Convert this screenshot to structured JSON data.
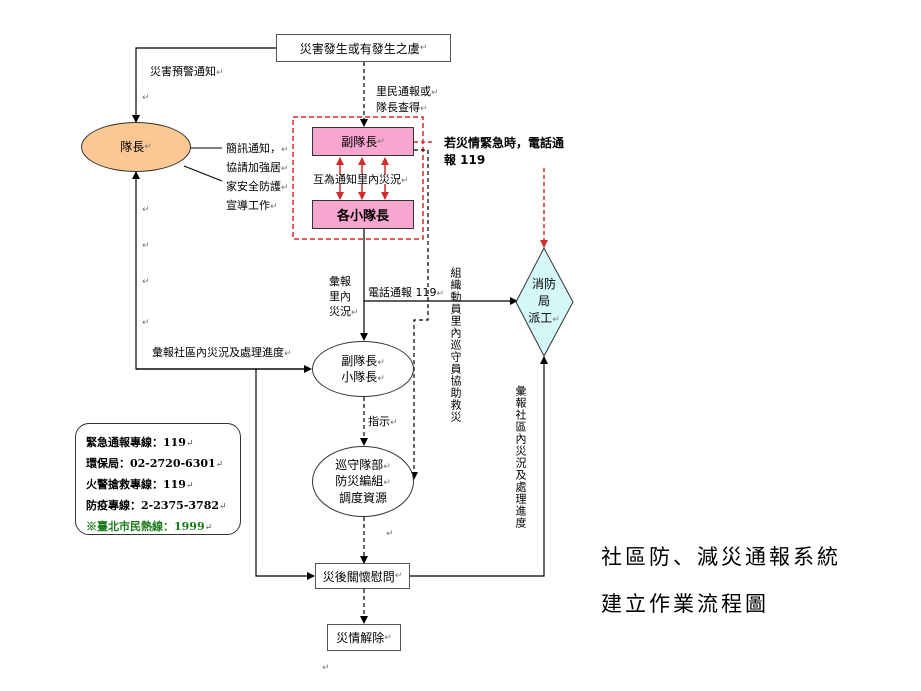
{
  "nodes": {
    "disaster": "災害發生或有發生之虞",
    "captain": "隊長",
    "vice_captain": "副隊長",
    "team_leaders": "各小隊長",
    "vice_and_leaders_1": "副隊長",
    "vice_and_leaders_2": "小隊長",
    "patrol_1": "巡守隊部",
    "patrol_2": "防災編組",
    "patrol_3": "調度資源",
    "aftercare": "災後關懷慰問",
    "lifted": "災情解除",
    "fire_1": "消防",
    "fire_2": "局",
    "fire_3": "派工"
  },
  "labels": {
    "warning_notice": "災害預警通知",
    "resident_report_1": "里民通報或",
    "resident_report_2": "隊長查得",
    "sms_1": "簡訊通知，",
    "sms_2": "協請加強居",
    "sms_3": "家安全防護",
    "sms_4": "宣導工作",
    "mutual_notice": "互為通知里內災況",
    "urgent_1": "若災情緊急時，電話通",
    "urgent_2": "報 119",
    "summarize_1": "彙報",
    "summarize_2": "里內",
    "summarize_3": "災況",
    "phone_119": "電話通報 119",
    "organize": "組織動員里內巡守員協助救災",
    "report_progress": "彙報社區內災況及處理進度",
    "report_progress_vertical": "彙報社區內災況及處理進度",
    "instruct": "指示"
  },
  "contacts": {
    "emergency": "緊急通報專線：119",
    "epa": "環保局：02-2720-6301",
    "fire": "火警搶救專線：119",
    "epidemic": "防疫專線：2-2375-3782",
    "citizen": "※臺北市民熱線：1999"
  },
  "title": {
    "line1": "社區防、減災通報系統",
    "line2": "建立作業流程圖"
  },
  "colors": {
    "pink_box": "#f7a6cf",
    "captain_fill": "#fbc793",
    "fire_fill": "#d4f7f7",
    "red_dash": "#d42a2a",
    "green_text": "#1a7a1a"
  }
}
